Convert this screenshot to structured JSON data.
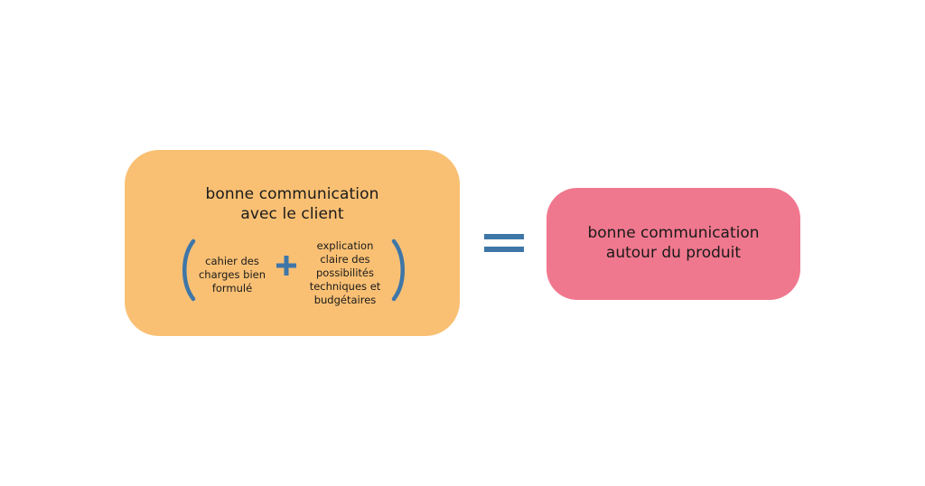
{
  "left_box": {
    "title_lines": [
      "bonne communication",
      "avec le client"
    ],
    "item_a_lines": [
      "cahier des",
      "charges bien",
      "formulé"
    ],
    "item_b_lines": [
      "explication",
      "claire des",
      "possibilités",
      "techniques et",
      "budgétaires"
    ],
    "operator": "+",
    "color": "#f9c074"
  },
  "equals_sign": "=",
  "right_box": {
    "title_lines": [
      "bonne communication",
      "autour du produit"
    ],
    "color": "#f0788e"
  },
  "accent_color": "#3f76a8"
}
